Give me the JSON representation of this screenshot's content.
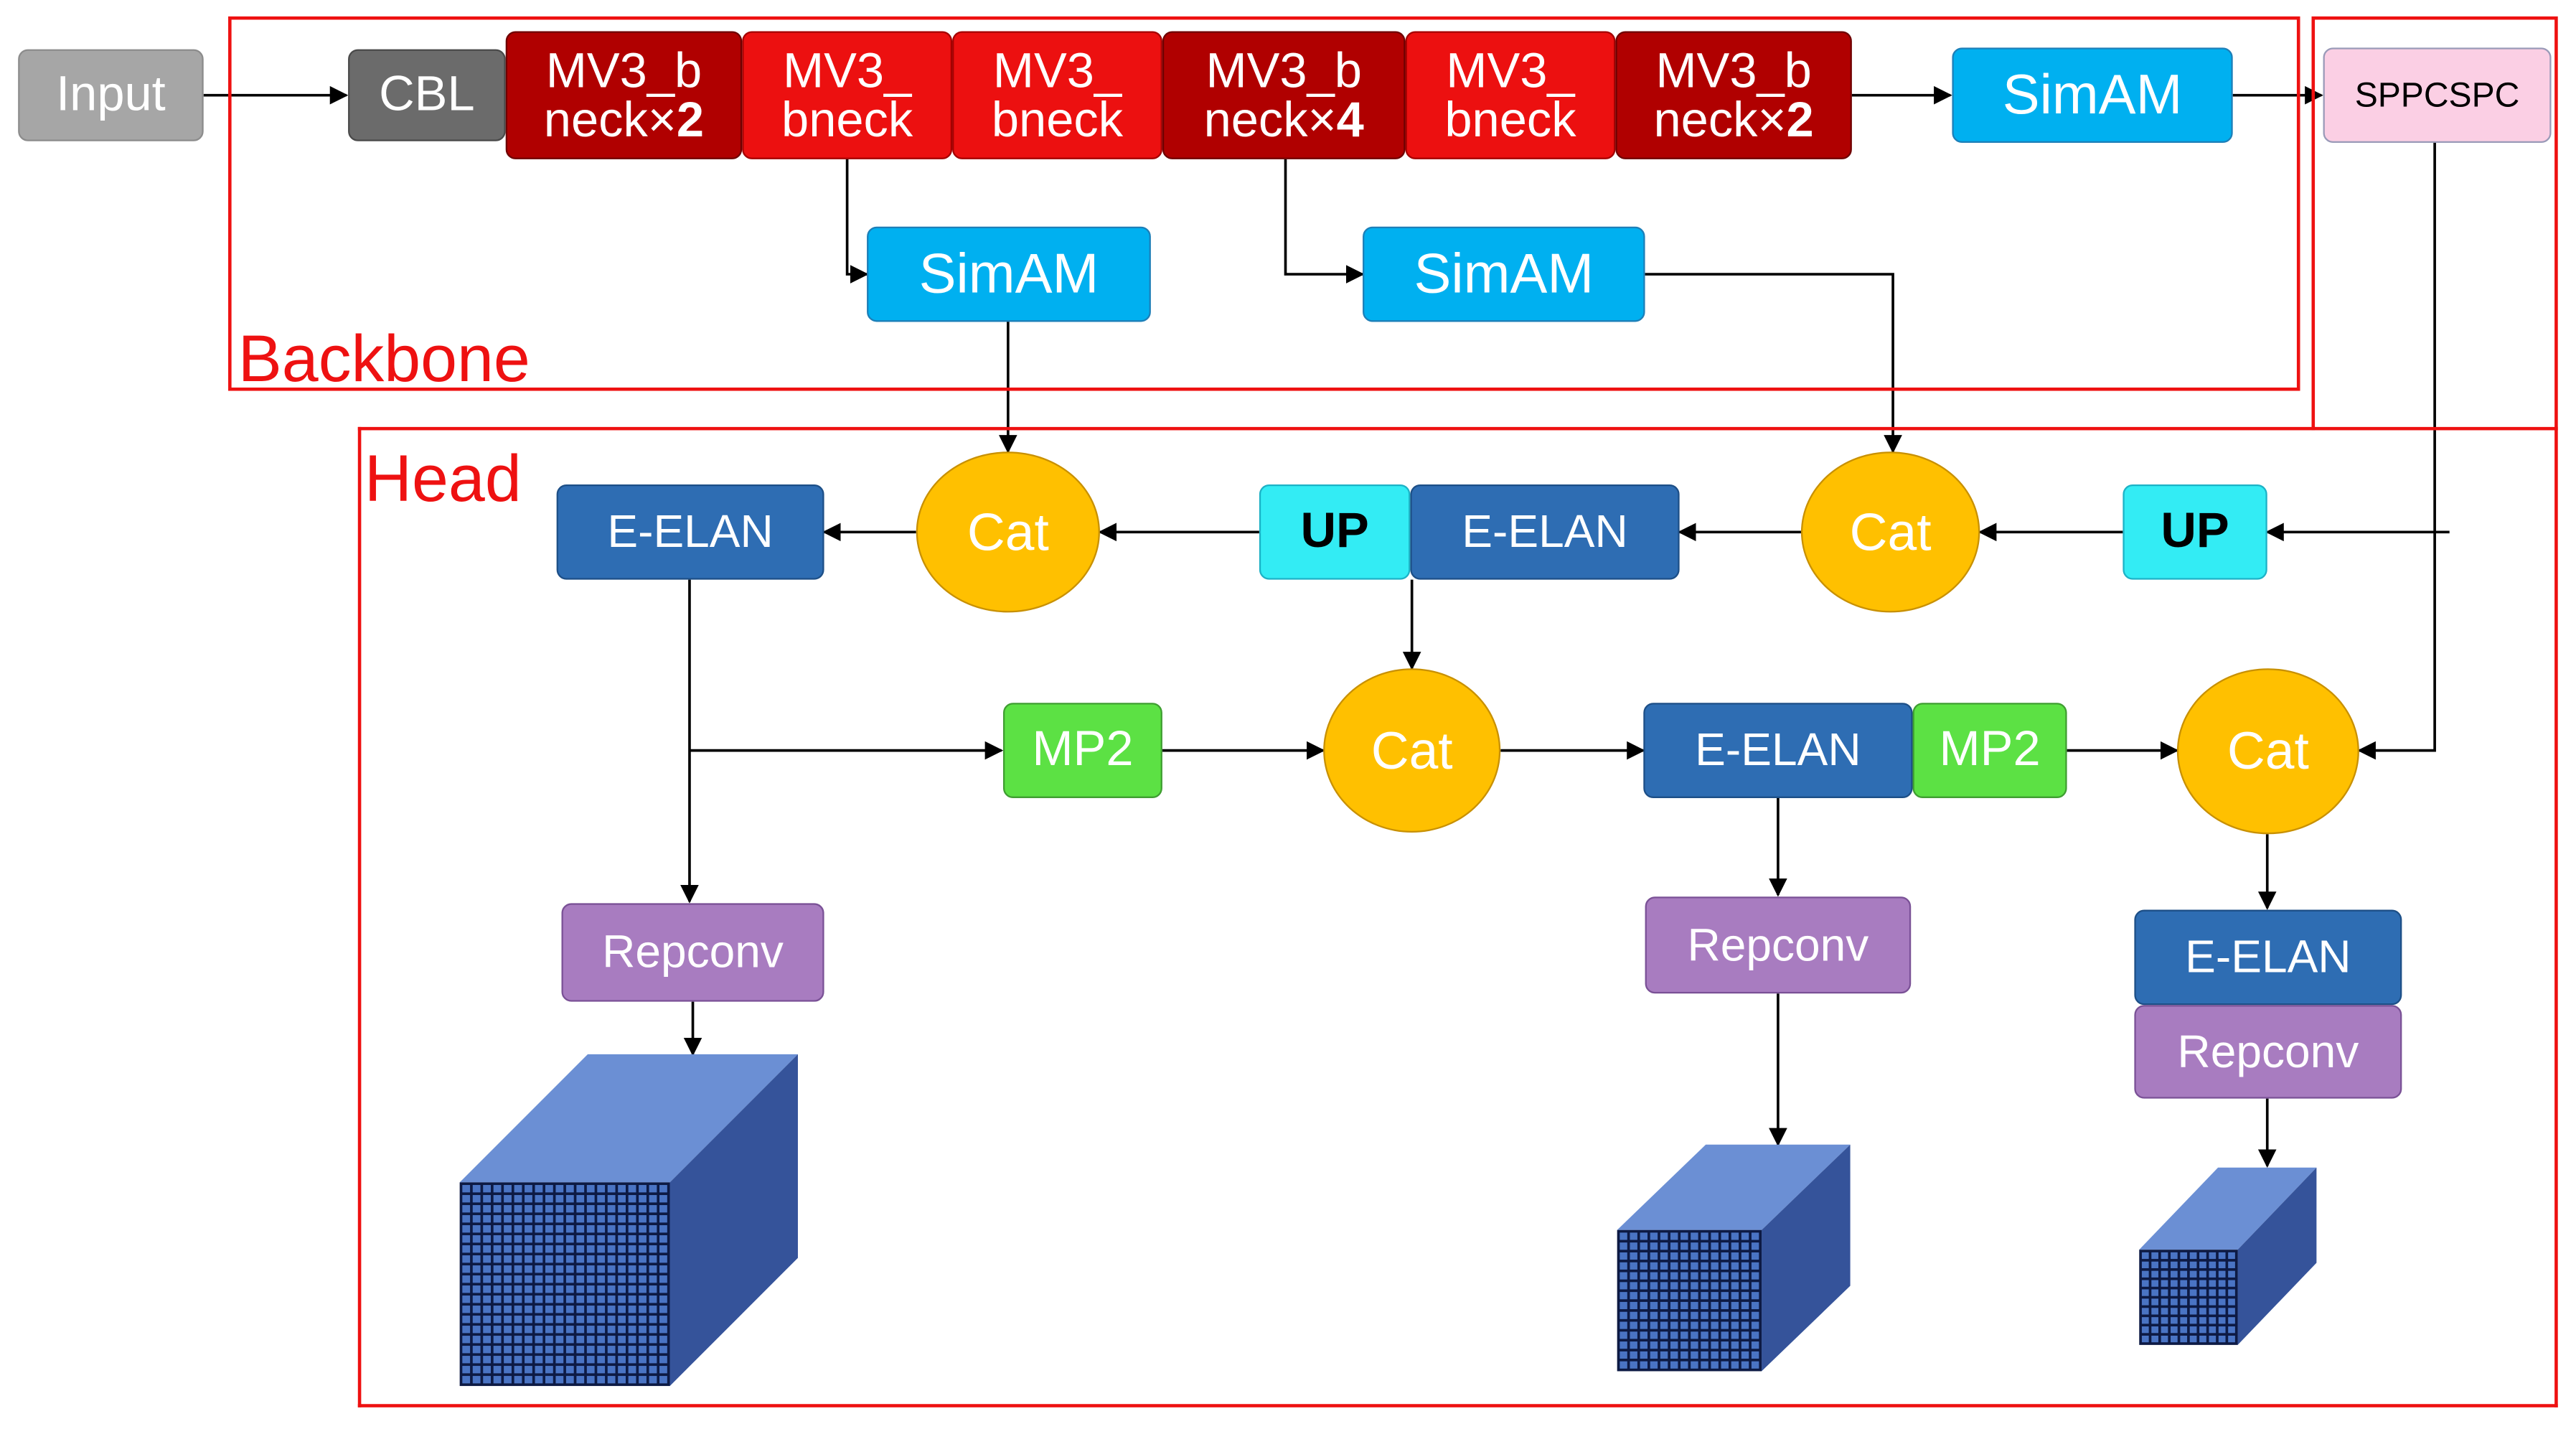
{
  "regions": {
    "backbone_label": "Backbone",
    "head_label": "Head"
  },
  "nodes": {
    "input": "Input",
    "cbl": "CBL",
    "mv3_1": {
      "line1": "MV3_b",
      "line2_prefix": "neck×",
      "line2_bold": "2"
    },
    "mv3_2": {
      "line1": "MV3_",
      "line2": "bneck"
    },
    "mv3_3": {
      "line1": "MV3_",
      "line2": "bneck"
    },
    "mv3_4": {
      "line1": "MV3_b",
      "line2_prefix": "neck×",
      "line2_bold": "4"
    },
    "mv3_5": {
      "line1": "MV3_",
      "line2": "bneck"
    },
    "mv3_6": {
      "line1": "MV3_b",
      "line2_prefix": "neck×",
      "line2_bold": "2"
    },
    "simam_top": "SimAM",
    "simam_mid1": "SimAM",
    "simam_mid2": "SimAM",
    "sppcspc": "SPPCSPC",
    "eelan_left": "E-ELAN",
    "cat_1": "Cat",
    "up_1": "UP",
    "eelan_mid": "E-ELAN",
    "cat_2": "Cat",
    "up_2": "UP",
    "mp2_1": "MP2",
    "cat_3": "Cat",
    "eelan_3": "E-ELAN",
    "mp2_2": "MP2",
    "cat_4": "Cat",
    "repconv_1": "Repconv",
    "repconv_2": "Repconv",
    "eelan_4": "E-ELAN",
    "repconv_3": "Repconv"
  },
  "colors": {
    "region_border": "#ee1111",
    "input": "#a6a6a6",
    "cbl": "#6b6b6b",
    "bottleneck_dark": "#b00000",
    "bottleneck_red": "#ec1010",
    "simam": "#00b0f0",
    "sppcspc": "#fbcfe4",
    "e_elan": "#2e6db3",
    "up": "#33ecf4",
    "mp2": "#5ce144",
    "cat": "#ffc000",
    "repconv": "#a87cc0",
    "feature_map": "#4a74c4"
  }
}
